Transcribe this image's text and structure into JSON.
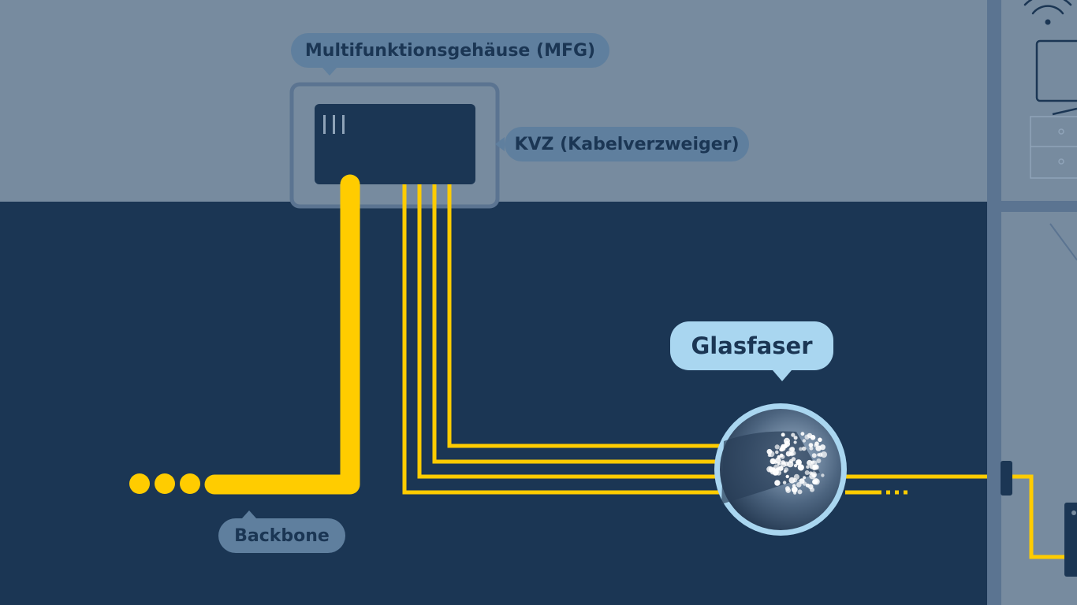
{
  "labels": {
    "mfg": "Multifunktionsgehäuse (MFG)",
    "kvz": "KVZ (Kabelverzweiger)",
    "backbone": "Backbone",
    "glasfaser": "Glasfaser"
  },
  "icons": [
    "wifi-icon",
    "monitor-icon",
    "drawer-cabinet-icon",
    "fiber-bundle-icon",
    "wall-socket-icon",
    "router-icon"
  ],
  "colors": {
    "background_top": "#778b9f",
    "background_bottom": "#1b3654",
    "cable": "#ffcc00",
    "box": "#1b3654",
    "label_small": "#5f7f9e",
    "label_big": "#a9d6f0",
    "house_wall": "#5b7491"
  }
}
